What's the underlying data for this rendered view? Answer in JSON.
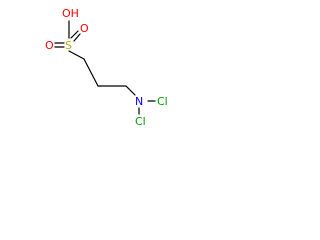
{
  "molecule": {
    "atoms": {
      "hydroxyl": "OH",
      "sulfur": "S",
      "oxygen_top": "O",
      "oxygen_left": "O",
      "nitrogen": "N",
      "chlorine_right": "Cl",
      "chlorine_bottom": "Cl"
    },
    "colors": {
      "bond": "#000000",
      "oxygen": "#ff0000",
      "sulfur": "#b2b200",
      "nitrogen": "#0000ff",
      "chlorine": "#00a000"
    }
  }
}
